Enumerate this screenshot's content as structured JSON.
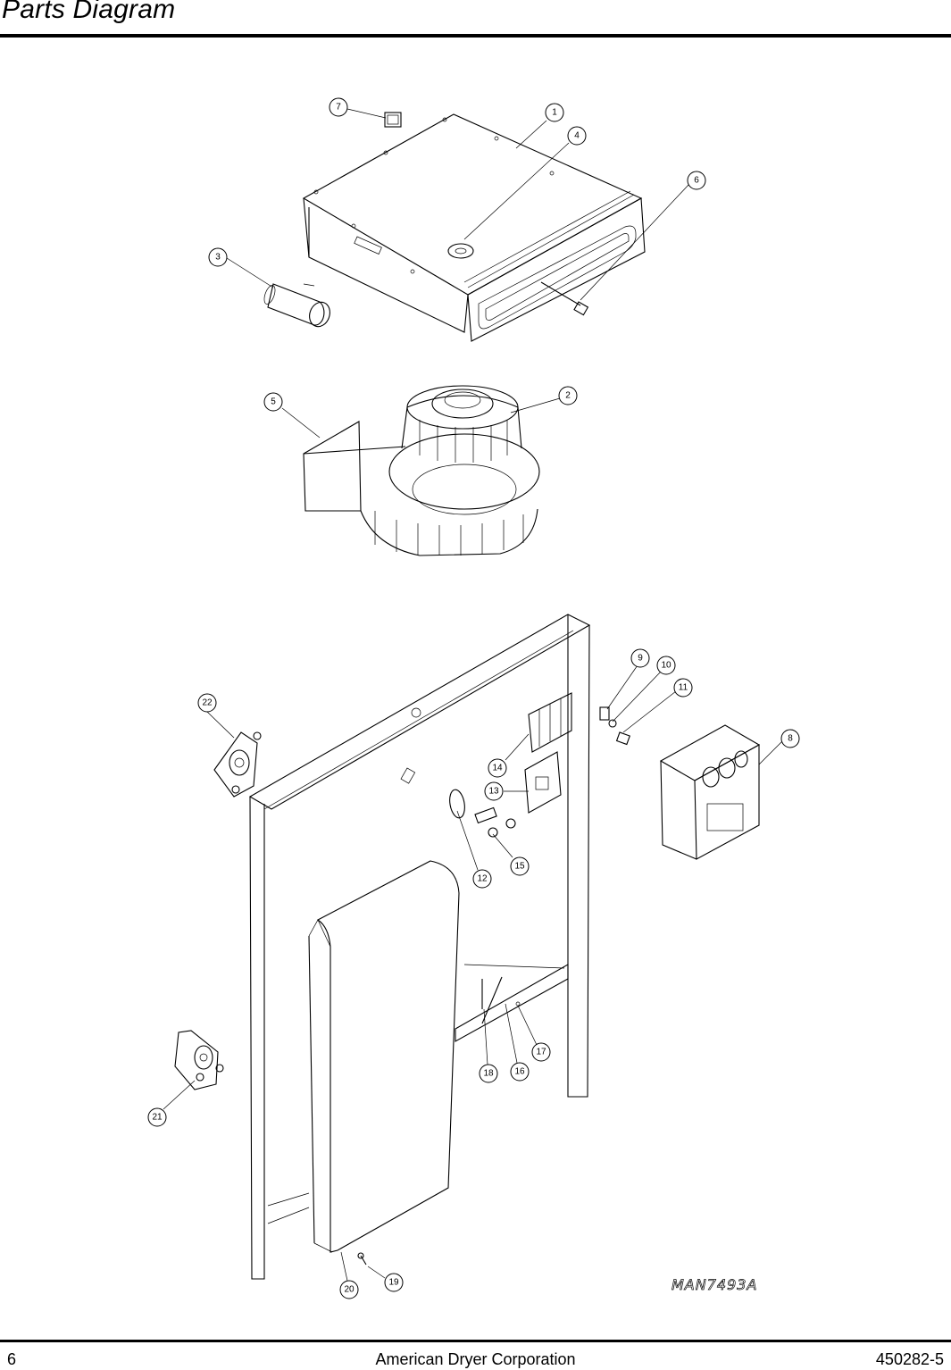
{
  "header": {
    "title": "Parts Diagram"
  },
  "diagram": {
    "drawing_number": "MAN7493A",
    "callouts": [
      "1",
      "2",
      "3",
      "4",
      "5",
      "6",
      "7",
      "8",
      "9",
      "10",
      "11",
      "12",
      "13",
      "14",
      "15",
      "16",
      "17",
      "18",
      "19",
      "20",
      "21",
      "22"
    ]
  },
  "footer": {
    "page_number": "6",
    "company": "American Dryer Corporation",
    "doc_number": "450282-5"
  }
}
